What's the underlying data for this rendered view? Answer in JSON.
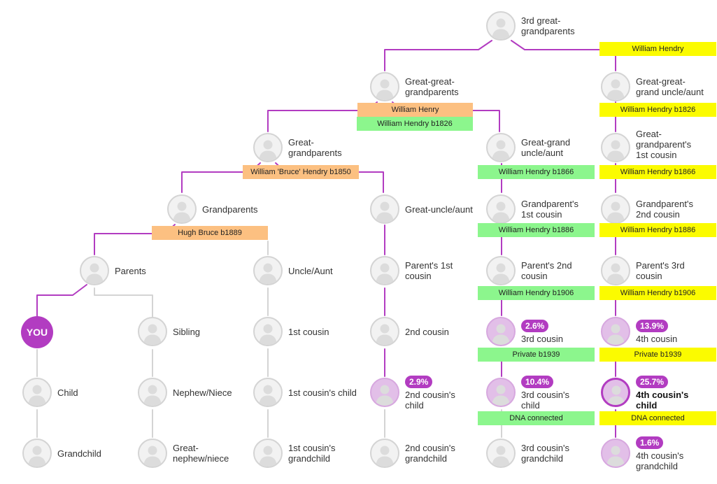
{
  "colors": {
    "line_purple": "#b23cc1",
    "line_grey": "#d4d4d4",
    "tag_orange": "#fcc081",
    "tag_green": "#8cf68d",
    "tag_yellow": "#fbfb00",
    "dna_avatar": "#e2bfe8"
  },
  "nodes": {
    "3rd_great_grandparents": {
      "label": [
        "3rd great-",
        "grandparents"
      ],
      "icon": "person-silhouette-icon"
    },
    "great_great_grandparents": {
      "label": [
        "Great-great-",
        "grandparents"
      ],
      "icon": "person-silhouette-icon"
    },
    "great_great_grand_uncle_aunt": {
      "label": [
        "Great-great-",
        "grand uncle/aunt"
      ],
      "icon": "person-silhouette-icon"
    },
    "great_grandparents": {
      "label": [
        "Great-",
        "grandparents"
      ],
      "icon": "person-silhouette-icon"
    },
    "great_grand_uncle_aunt": {
      "label": [
        "Great-grand",
        "uncle/aunt"
      ],
      "icon": "person-silhouette-icon"
    },
    "great_grandparents_1st_cousin": {
      "label": [
        "Great-",
        "grandparent's",
        "1st cousin"
      ],
      "icon": "person-silhouette-icon"
    },
    "grandparents": {
      "label": [
        "Grandparents"
      ],
      "icon": "person-silhouette-icon"
    },
    "great_uncle_aunt": {
      "label": [
        "Great-uncle/aunt"
      ],
      "icon": "person-silhouette-icon"
    },
    "grandparents_1st_cousin": {
      "label": [
        "Grandparent's",
        "1st cousin"
      ],
      "icon": "person-silhouette-icon"
    },
    "grandparents_2nd_cousin": {
      "label": [
        "Grandparent's",
        "2nd cousin"
      ],
      "icon": "person-silhouette-icon"
    },
    "parents": {
      "label": [
        "Parents"
      ],
      "icon": "person-silhouette-icon"
    },
    "uncle_aunt": {
      "label": [
        "Uncle/Aunt"
      ],
      "icon": "person-silhouette-icon"
    },
    "parents_1st_cousin": {
      "label": [
        "Parent's 1st",
        "cousin"
      ],
      "icon": "person-silhouette-icon"
    },
    "parents_2nd_cousin": {
      "label": [
        "Parent's 2nd",
        "cousin"
      ],
      "icon": "person-silhouette-icon"
    },
    "parents_3rd_cousin": {
      "label": [
        "Parent's 3rd",
        "cousin"
      ],
      "icon": "person-silhouette-icon"
    },
    "you": {
      "label": [
        "YOU"
      ]
    },
    "sibling": {
      "label": [
        "Sibling"
      ],
      "icon": "person-silhouette-icon"
    },
    "1st_cousin": {
      "label": [
        "1st cousin"
      ],
      "icon": "person-silhouette-icon"
    },
    "2nd_cousin": {
      "label": [
        "2nd cousin"
      ],
      "icon": "person-silhouette-icon"
    },
    "3rd_cousin": {
      "label": [
        "3rd cousin"
      ],
      "badge": "2.6%",
      "icon": "person-silhouette-icon"
    },
    "4th_cousin": {
      "label": [
        "4th cousin"
      ],
      "badge": "13.9%",
      "icon": "person-silhouette-icon"
    },
    "child": {
      "label": [
        "Child"
      ],
      "icon": "person-silhouette-icon"
    },
    "nephew_niece": {
      "label": [
        "Nephew/Niece"
      ],
      "icon": "person-silhouette-icon"
    },
    "1st_cousins_child": {
      "label": [
        "1st cousin's child"
      ],
      "icon": "person-silhouette-icon"
    },
    "2nd_cousins_child": {
      "label": [
        "2nd cousin's",
        "child"
      ],
      "badge": "2.9%",
      "icon": "person-silhouette-icon"
    },
    "3rd_cousins_child": {
      "label": [
        "3rd cousin's",
        "child"
      ],
      "badge": "10.4%",
      "icon": "person-silhouette-icon"
    },
    "4th_cousins_child": {
      "label": [
        "4th cousin's",
        "child"
      ],
      "badge": "25.7%",
      "icon": "person-silhouette-icon"
    },
    "grandchild": {
      "label": [
        "Grandchild"
      ],
      "icon": "person-silhouette-icon"
    },
    "great_nephew_niece": {
      "label": [
        "Great-",
        "nephew/niece"
      ],
      "icon": "person-silhouette-icon"
    },
    "1st_cousins_grandchild": {
      "label": [
        "1st cousin's",
        "grandchild"
      ],
      "icon": "person-silhouette-icon"
    },
    "2nd_cousins_grandchild": {
      "label": [
        "2nd cousin's",
        "grandchild"
      ],
      "icon": "person-silhouette-icon"
    },
    "3rd_cousins_grandchild": {
      "label": [
        "3rd cousin's",
        "grandchild"
      ],
      "icon": "person-silhouette-icon"
    },
    "4th_cousins_grandchild": {
      "label": [
        "4th cousin's",
        "grandchild"
      ],
      "badge": "1.6%",
      "icon": "person-silhouette-icon"
    }
  },
  "tags": {
    "t01": {
      "text": "William Hendry",
      "color": "yellow"
    },
    "t02": {
      "text": "William Henry",
      "color": "orange"
    },
    "t03": {
      "text": "William Hendry b1826",
      "color": "green"
    },
    "t04": {
      "text": "William Hendry b1826",
      "color": "yellow"
    },
    "t05": {
      "text": "William 'Bruce' Hendry b1850",
      "color": "orange"
    },
    "t06": {
      "text": "William Hendry b1866",
      "color": "green"
    },
    "t07": {
      "text": "William Hendry b1866",
      "color": "yellow"
    },
    "t08": {
      "text": "Hugh Bruce b1889",
      "color": "orange"
    },
    "t09": {
      "text": "William Hendry b1886",
      "color": "green"
    },
    "t10": {
      "text": "William Hendry b1886",
      "color": "yellow"
    },
    "t11": {
      "text": "William Hendry b1906",
      "color": "green"
    },
    "t12": {
      "text": "William Hendry b1906",
      "color": "yellow"
    },
    "t13": {
      "text": "Private b1939",
      "color": "green"
    },
    "t14": {
      "text": "Private b1939",
      "color": "yellow"
    },
    "t15": {
      "text": "DNA connected",
      "color": "green"
    },
    "t16": {
      "text": "DNA connected",
      "color": "yellow"
    }
  }
}
